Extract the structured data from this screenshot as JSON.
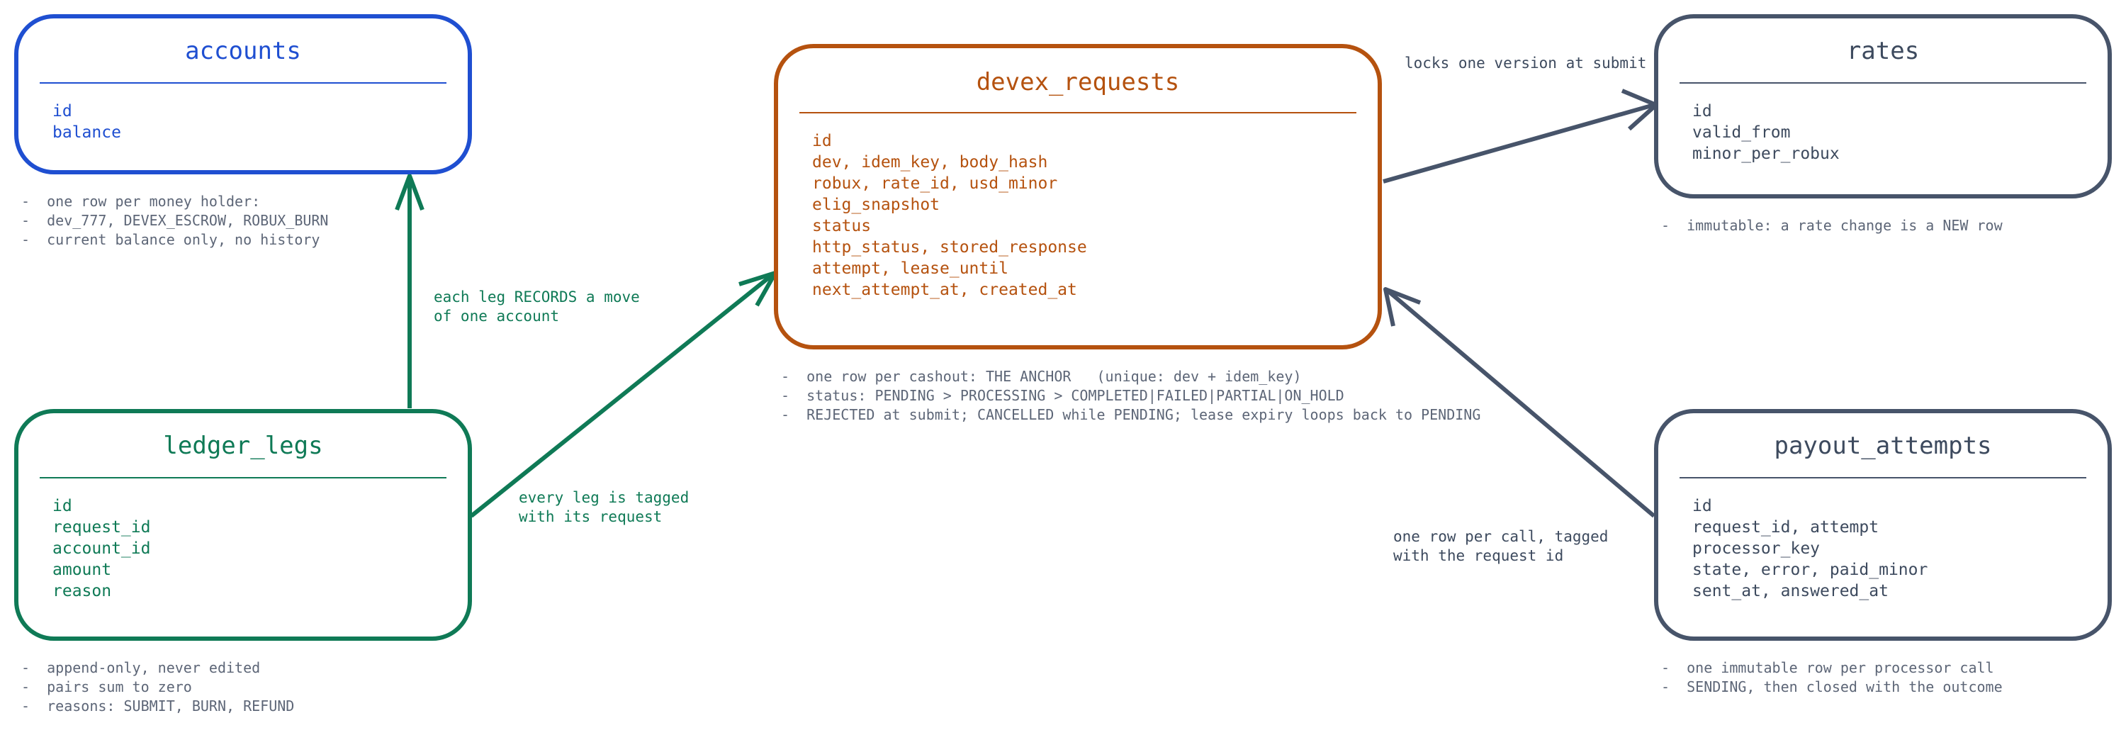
{
  "colors": {
    "accounts": "#1f4fd1",
    "ledger_legs": "#0f7a56",
    "devex_requests": "#b5520f",
    "rates": "#47546a",
    "payout_attempts": "#47546a",
    "note_text": "#5d6677"
  },
  "entities": {
    "accounts": {
      "title": "accounts",
      "fields": [
        "id",
        "balance"
      ],
      "notes": [
        "-  one row per money holder:",
        "-  dev_777, DEVEX_ESCROW, ROBUX_BURN",
        "-  current balance only, no history"
      ]
    },
    "ledger_legs": {
      "title": "ledger_legs",
      "fields": [
        "id",
        "request_id",
        "account_id",
        "amount",
        "reason"
      ],
      "notes": [
        "-  append-only, never edited",
        "-  pairs sum to zero",
        "-  reasons: SUBMIT, BURN, REFUND"
      ]
    },
    "devex_requests": {
      "title": "devex_requests",
      "fields": [
        "id",
        "dev, idem_key, body_hash",
        "robux, rate_id, usd_minor",
        "elig_snapshot",
        "status",
        "http_status, stored_response",
        "attempt, lease_until",
        "next_attempt_at, created_at"
      ],
      "notes": [
        "-  one row per cashout: THE ANCHOR   (unique: dev + idem_key)",
        "-  status: PENDING > PROCESSING > COMPLETED|FAILED|PARTIAL|ON_HOLD",
        "-  REJECTED at submit; CANCELLED while PENDING; lease expiry loops back to PENDING"
      ]
    },
    "rates": {
      "title": "rates",
      "fields": [
        "id",
        "valid_from",
        "minor_per_robux"
      ],
      "notes": [
        "-  immutable: a rate change is a NEW row"
      ]
    },
    "payout_attempts": {
      "title": "payout_attempts",
      "fields": [
        "id",
        "request_id, attempt",
        "processor_key",
        "state, error, paid_minor",
        "sent_at, answered_at"
      ],
      "notes": [
        "-  one immutable row per processor call",
        "-  SENDING, then closed with the outcome"
      ]
    }
  },
  "edges": {
    "legs_to_accounts": [
      "each leg RECORDS a move",
      "of one account"
    ],
    "legs_to_requests": [
      "every leg is tagged",
      "with its request"
    ],
    "requests_to_rates": [
      "locks one version at submit"
    ],
    "attempts_to_requests": [
      "one row per call, tagged",
      "with the request id"
    ]
  }
}
